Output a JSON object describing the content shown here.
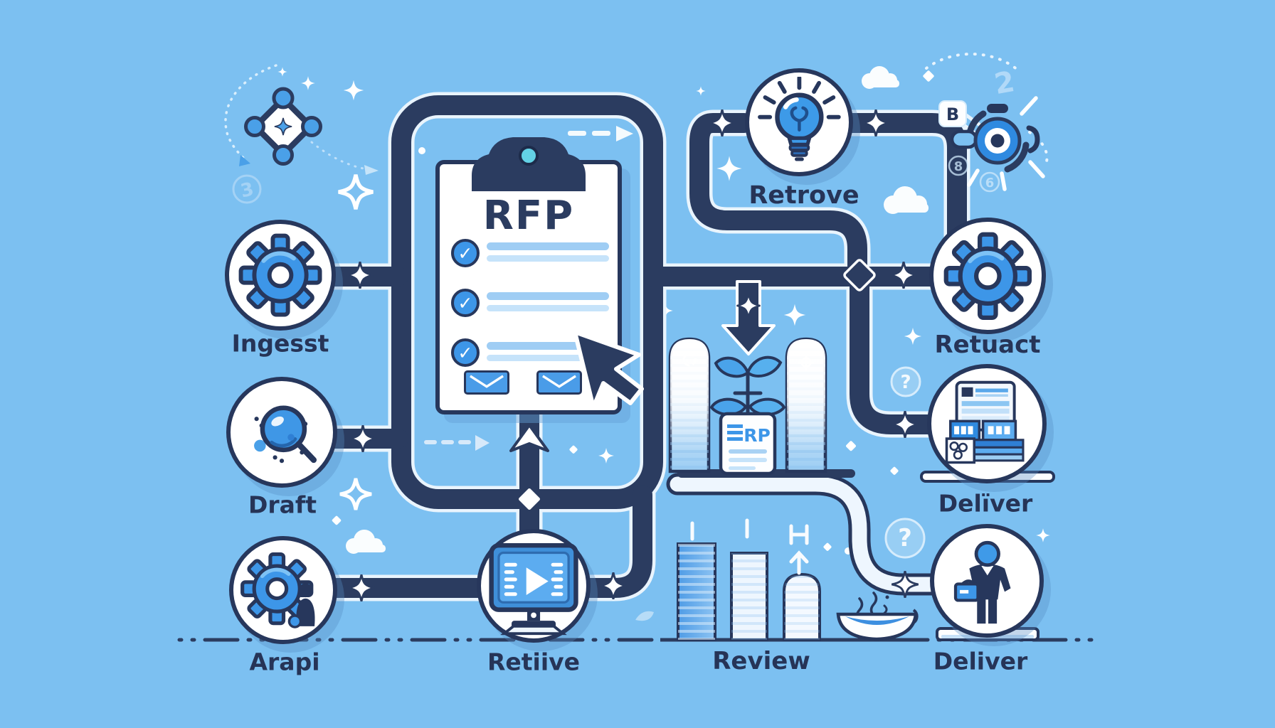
{
  "colors": {
    "background": "#7cc0f1",
    "pipe_navy": "#2b3c60",
    "icon_blue": "#3d96e8",
    "light_blue": "#a9d2f4",
    "cyan": "#63d2e6"
  },
  "labels": {
    "ingest": "Ingesst",
    "draft": "Draft",
    "arapi": "Arapi",
    "retiive": "Retiive",
    "retrove": "Retrove",
    "retuct": "Retuact",
    "delver": "Delïver",
    "deliver": "Deliver",
    "review": "Review"
  },
  "document": {
    "title": "RFP",
    "check_glyph": "✓"
  },
  "mini_document": {
    "label": "RP"
  },
  "badges": {
    "b_badge": "B",
    "question_mark": "?"
  },
  "faded_glyphs": [
    "2",
    "8",
    "6",
    "3"
  ]
}
